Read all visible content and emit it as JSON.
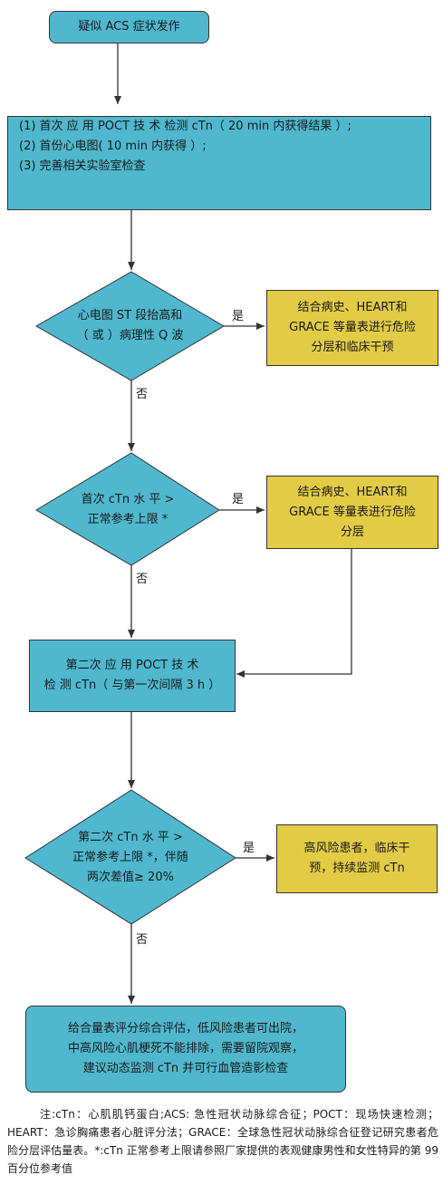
{
  "nodes": {
    "start": {
      "text": "疑似 ACS 症状发作"
    },
    "step1": {
      "lines": [
        "(1) 首次 应 用 POCT 技 术 检测 cTn（ 20 min 内获得结果 ）;",
        "(2) 首份心电图( 10 min 内获得 ）;",
        "(3) 完善相关实验室检查"
      ]
    },
    "decision1": {
      "lines": [
        "心电图 ST 段抬高和",
        "（ 或 ）病理性 Q 波"
      ]
    },
    "result1": {
      "lines": [
        "结合病史、HEART和",
        "GRACE 等量表进行危险",
        "分层和临床干预"
      ]
    },
    "decision2": {
      "lines": [
        "首次 cTn 水 平 >",
        "正常参考上限 *"
      ]
    },
    "result2": {
      "lines": [
        "结合病史、HEART和",
        "GRACE 等量表进行危险",
        "分层"
      ]
    },
    "step2": {
      "lines": [
        "第二次 应 用 POCT 技 术",
        "检 测 cTn（ 与第一次间隔 3 h ）"
      ]
    },
    "decision3": {
      "lines": [
        "第二次 cTn 水 平 >",
        "正常参考上限 *，伴随",
        "两次差值≥ 20%"
      ]
    },
    "result3": {
      "lines": [
        "高风险患者，临床干",
        "预，持续监测 cTn"
      ]
    },
    "final": {
      "lines": [
        "给合量表评分综合评估，低风险患者可出院，",
        "中高风险心肌梗死不能排除，需要留院观察，",
        "建议动态监测 cTn 并可行血管造影检查"
      ]
    }
  },
  "labels": {
    "yes": "是",
    "no": "否"
  },
  "note": "注:cTn：心肌肌钙蛋白;ACS: 急性冠状动脉综合征；POCT：现场快速检测；HEART：急诊胸痛患者心脏评分法；GRACE：全球急性冠状动脉综合征登记研究患者危险分层评估量表。*:cTn 正常参考上限请参照厂家提供的表观健康男性和女性特异的第 99 百分位参考值",
  "colors": {
    "process": "#4fb8cf",
    "outcome": "#e2cc45",
    "line": "#333333"
  }
}
